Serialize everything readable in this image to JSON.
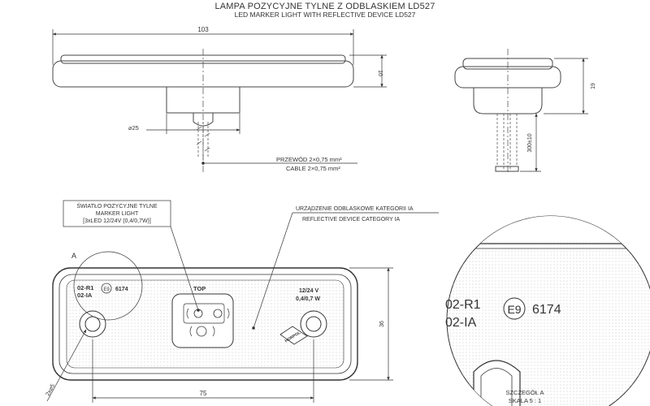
{
  "title": {
    "pl": "LAMPA POZYCYJNE TYLNE Z ODBLASKIEM LD527",
    "en": "LED MARKER LIGHT WITH REFLECTIVE DEVICE LD527"
  },
  "dimensions": {
    "width_total": "103",
    "height_side": "10",
    "height_total": "19",
    "diameter": "⌀25",
    "cable_length": "300±10",
    "length_holes": "75",
    "height_front": "36",
    "hole_diameter": "2x⌀5"
  },
  "cable_note": {
    "pl": "PRZEWÓD 2×0,75 mm²",
    "en": "CABLE 2×0,75 mm²"
  },
  "marker_note": {
    "line1": "ŚWIATŁO POZYCYJNE TYLNE",
    "line2": "MARKER LIGHT",
    "line3": "[3xLED 12/24V (0,4/0,7W)]"
  },
  "reflector_note": {
    "pl": "URZĄDZENIE ODBLASKOWE KATEGORII IA",
    "en": "REFLECTIVE DEVICE CATEGORY IA"
  },
  "lamp_markings": {
    "code1": "02-R1",
    "code2": "02-IA",
    "e_mark": "E9",
    "approval": "6174",
    "top": "TOP",
    "voltage": "12/24 V",
    "power": "0,4/0,7 W",
    "brand": "HORPOL"
  },
  "detail_label": "A",
  "detail": {
    "caption": "SZCZEGÓŁ A",
    "scale": "SKALA 5 : 1",
    "code1": "02-R1",
    "code2": "02-IA",
    "e_mark": "E9",
    "approval": "6174"
  }
}
